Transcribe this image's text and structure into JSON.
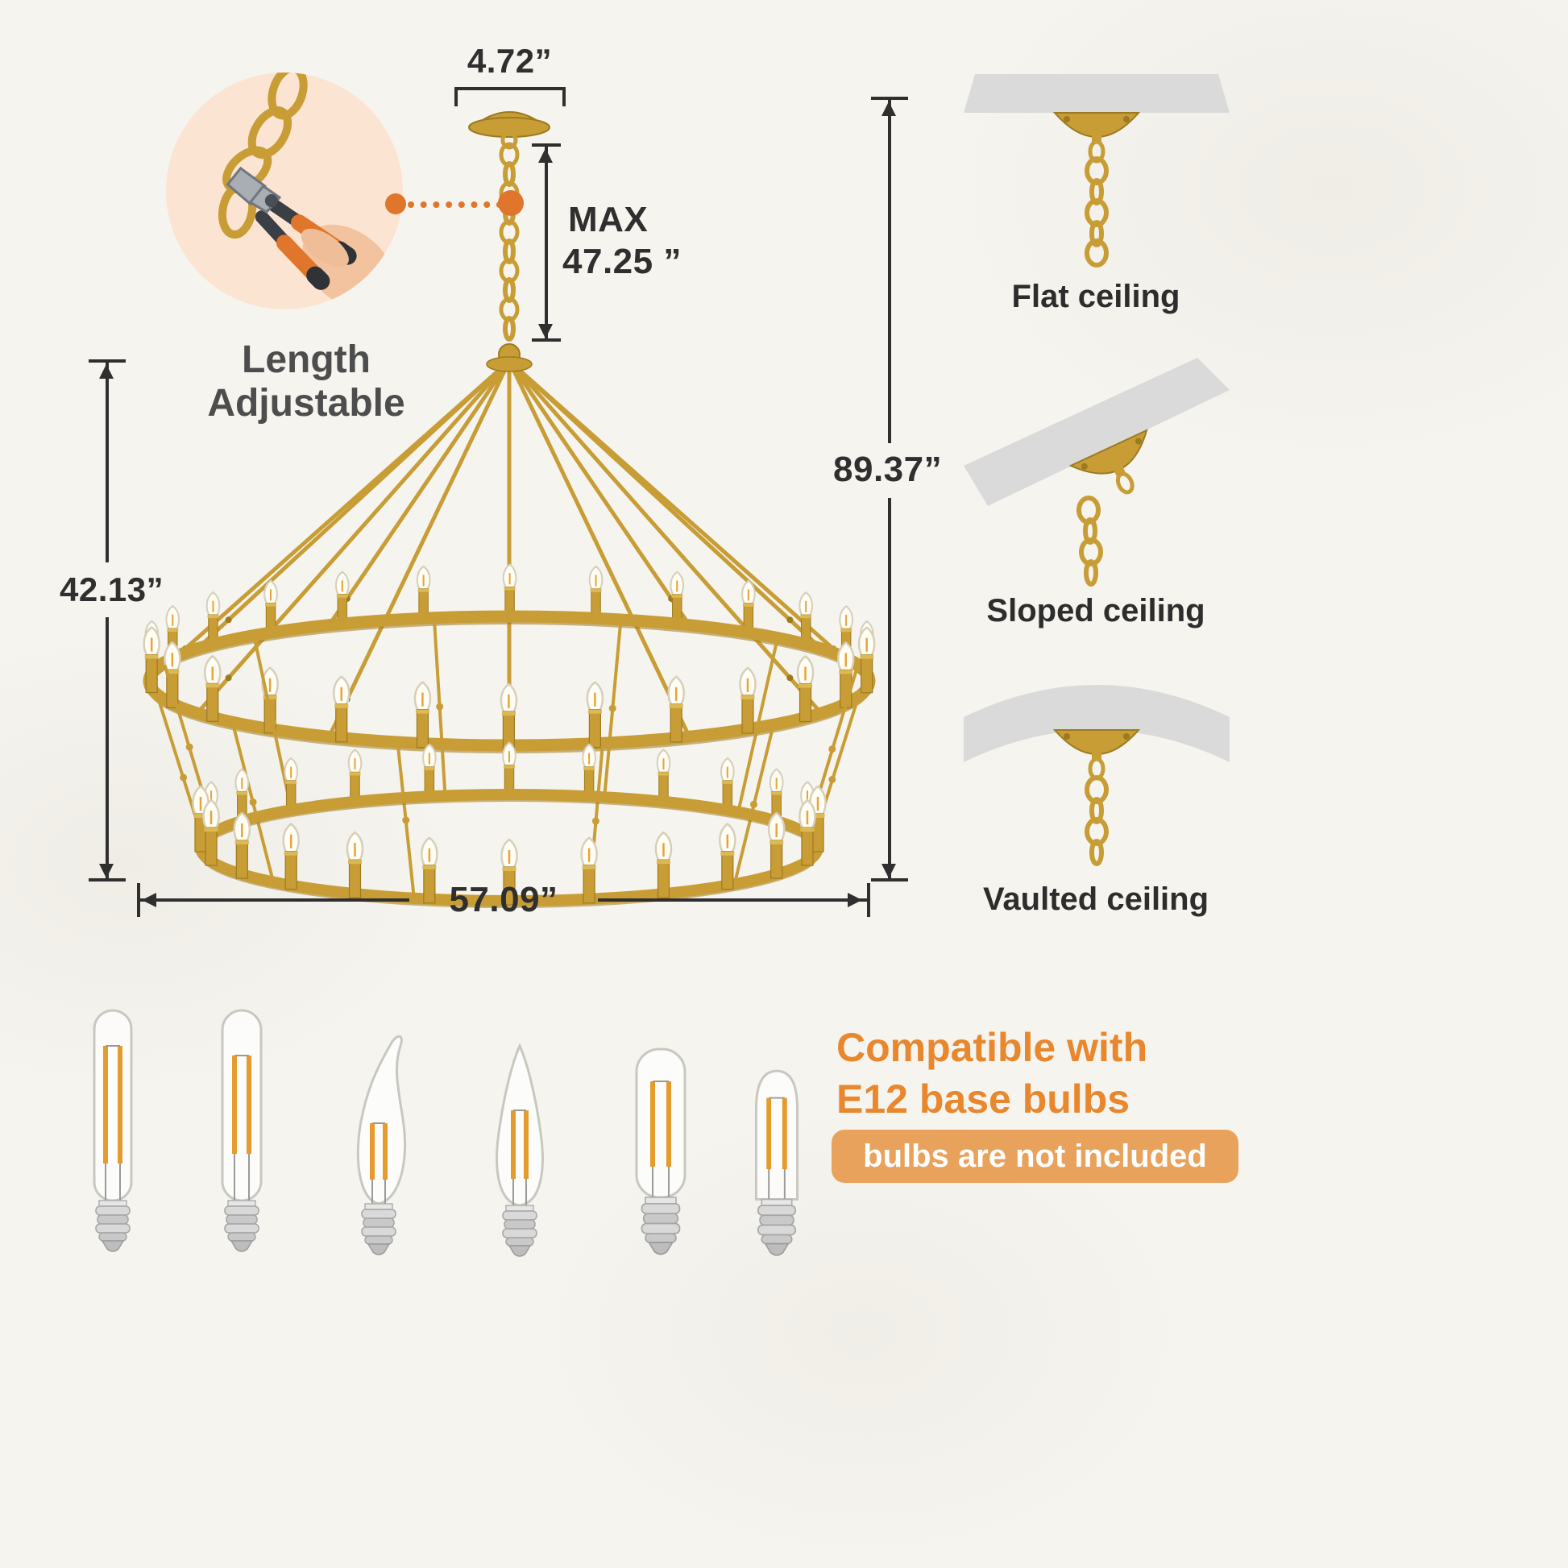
{
  "colors": {
    "gold": "#c89d36",
    "gold_dark": "#9c7a20",
    "accent_orange": "#e0762c",
    "title_orange": "#e8872e",
    "badge_bg": "#e8a25c",
    "text_dark": "#2f2f2f",
    "ceiling_gray": "#dadada",
    "background": "#f6f4ef"
  },
  "dimensions": {
    "canopy_width": "4.72”",
    "chain_max_label": "MAX",
    "chain_max_value": "47.25 ”",
    "fixture_height": "42.13”",
    "overall_height": "89.37”",
    "diameter": "57.09”"
  },
  "adjustable": {
    "line1": "Length",
    "line2": "Adjustable"
  },
  "ceiling_options": [
    {
      "label": "Flat ceiling"
    },
    {
      "label": "Sloped ceiling"
    },
    {
      "label": "Vaulted ceiling"
    }
  ],
  "compatibility": {
    "line1": "Compatible with",
    "line2": "E12 base bulbs",
    "badge": "bulbs are not included"
  },
  "icons": {
    "chandelier": "two-tier-wagon-wheel-chandelier",
    "inset": "pliers-cutting-chain",
    "bulbs": [
      "tubular-t6-bulb",
      "tubular-t6-bulb",
      "flame-tip-candle-bulb",
      "torpedo-candle-bulb",
      "short-tubular-bulb",
      "round-top-tubular-bulb"
    ]
  }
}
